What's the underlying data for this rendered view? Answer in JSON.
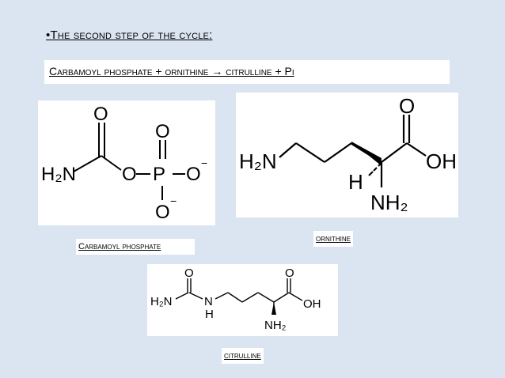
{
  "slide": {
    "heading": "•The second step of the cycle:",
    "equation": "Carbamoyl phosphate + ornithine → citrulline + Pi"
  },
  "structures": {
    "carbamoyl_phosphate": {
      "label": "Carbamoyl phosphate",
      "atoms": {
        "o_top": "O",
        "nh2": "H₂N",
        "o_link": "O",
        "p": "P",
        "o_p_top": "O",
        "o_right": "O",
        "o_bottom": "O",
        "minus": "−"
      }
    },
    "ornithine": {
      "label": "ornithine",
      "atoms": {
        "nh2_left": "H₂N",
        "o_top": "O",
        "oh": "OH",
        "h": "H",
        "nh2_bottom": "NH₂"
      }
    },
    "citrulline": {
      "label": "citrulline",
      "atoms": {
        "o_left": "O",
        "o_right": "O",
        "nh2_left": "H₂N",
        "n": "N",
        "h": "H",
        "oh": "OH",
        "nh2_bottom": "NH₂"
      }
    }
  }
}
